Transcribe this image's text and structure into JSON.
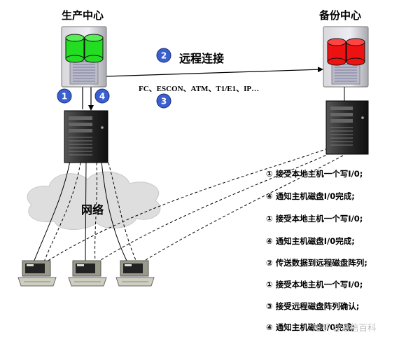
{
  "titles": {
    "primary": "生产中心",
    "backup": "备份中心"
  },
  "link": {
    "label": "远程连接",
    "protocols": "FC、ESCON、ATM、T1/E1、IP…"
  },
  "badges": {
    "b1": "1",
    "b2": "2",
    "b3": "3",
    "b4": "4"
  },
  "network": {
    "label": "网络"
  },
  "steps": [
    "① 接受本地主机一个写I/0;",
    "④ 通知主机磁盘I/0完成;",
    "① 接受本地主机一个写I/0;",
    "④ 通知主机磁盘I/0完成;",
    "② 传送数据到远程磁盘阵列;",
    "① 接受本地主机一个写I/0;",
    "③ 接受远程磁盘阵列确认;",
    "④ 通知主机磁盘I/0完成;"
  ],
  "watermark": "知乎 @通信百科",
  "colors": {
    "primary_disk": "#22dd22",
    "backup_disk": "#ee1111",
    "badge": "#3a5fd0",
    "cloud": "#dedede"
  }
}
